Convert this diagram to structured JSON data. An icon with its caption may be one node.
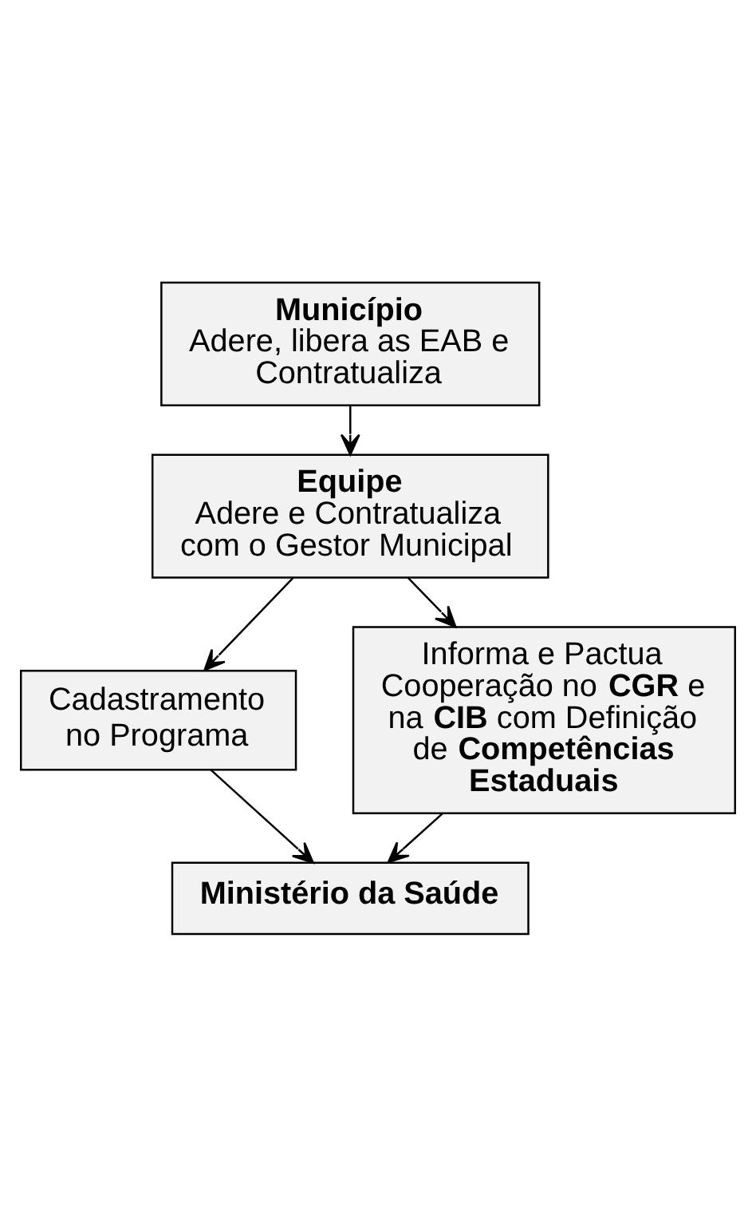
{
  "diagram": {
    "nodes": [
      {
        "text": [
          "Município",
          "Adere, libera as EAB e Contratualiza"
        ]
      },
      {
        "text": [
          "Equipe",
          "Adere e Contratualiza com o Gestor Municipal"
        ]
      },
      {
        "text": [
          "Cadastramento no Programa"
        ]
      },
      {
        "text": [
          "Informa e Pactua Cooperação no **CGR** e na **CIB** com Definição de **Competências Estaduais**"
        ]
      },
      {
        "text": [
          "Ministério da Saúde"
        ]
      }
    ],
    "edges": [
      {
        "from": 0,
        "to": 1,
        "arrow": "to"
      },
      {
        "from": 1,
        "to": 2,
        "arrow": "to"
      },
      {
        "from": 1,
        "to": 3,
        "arrow": "to"
      },
      {
        "from": 2,
        "to": 4,
        "arrow": "to"
      },
      {
        "from": 3,
        "to": 4,
        "arrow": "to"
      }
    ]
  }
}
